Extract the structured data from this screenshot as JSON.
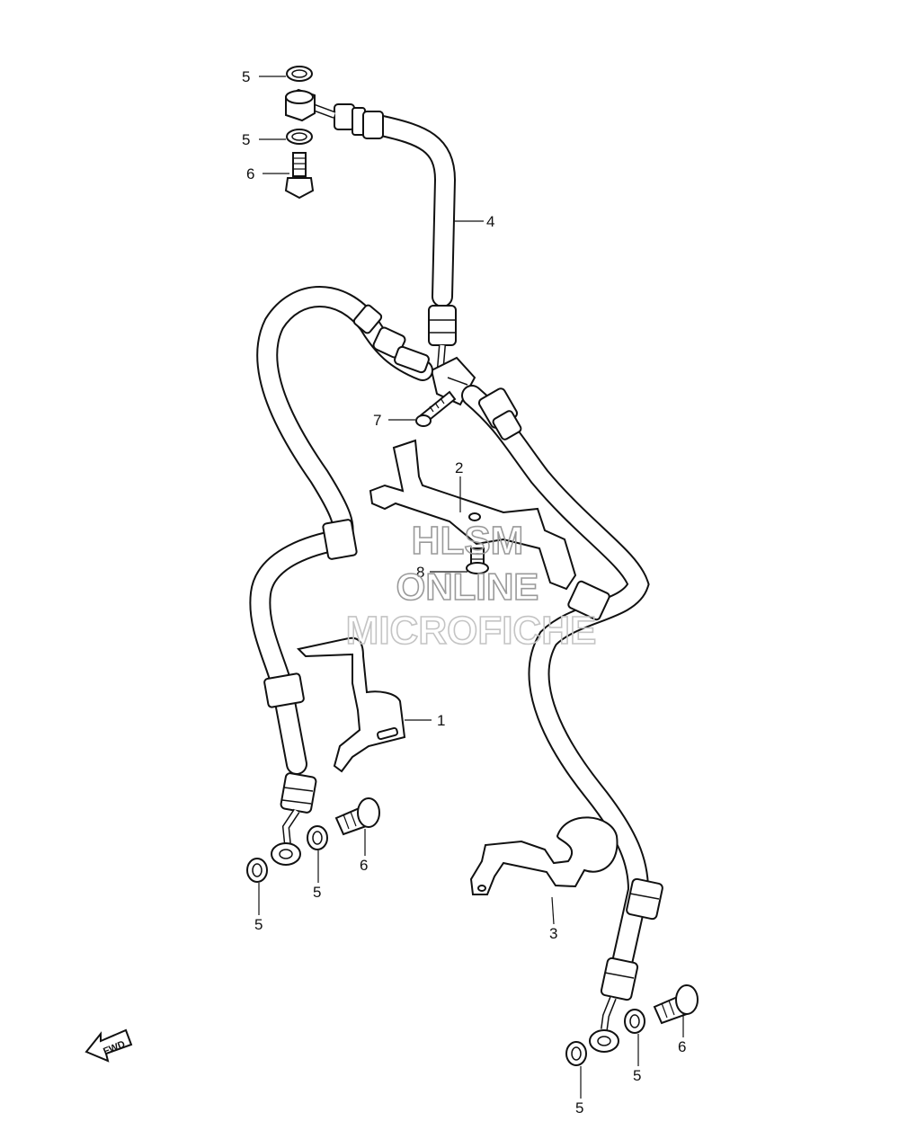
{
  "callouts": {
    "c1": "1",
    "c2": "2",
    "c3": "3",
    "c4": "4",
    "c5a": "5",
    "c5b": "5",
    "c5c": "5",
    "c5d": "5",
    "c5e": "5",
    "c5f": "5",
    "c6a": "6",
    "c6b": "6",
    "c6c": "6",
    "c7": "7",
    "c8": "8"
  },
  "watermark": {
    "line1": "HLSM",
    "line2": "ONLINE",
    "line3": "MICROFICHE"
  },
  "fwd_label": "FWD"
}
